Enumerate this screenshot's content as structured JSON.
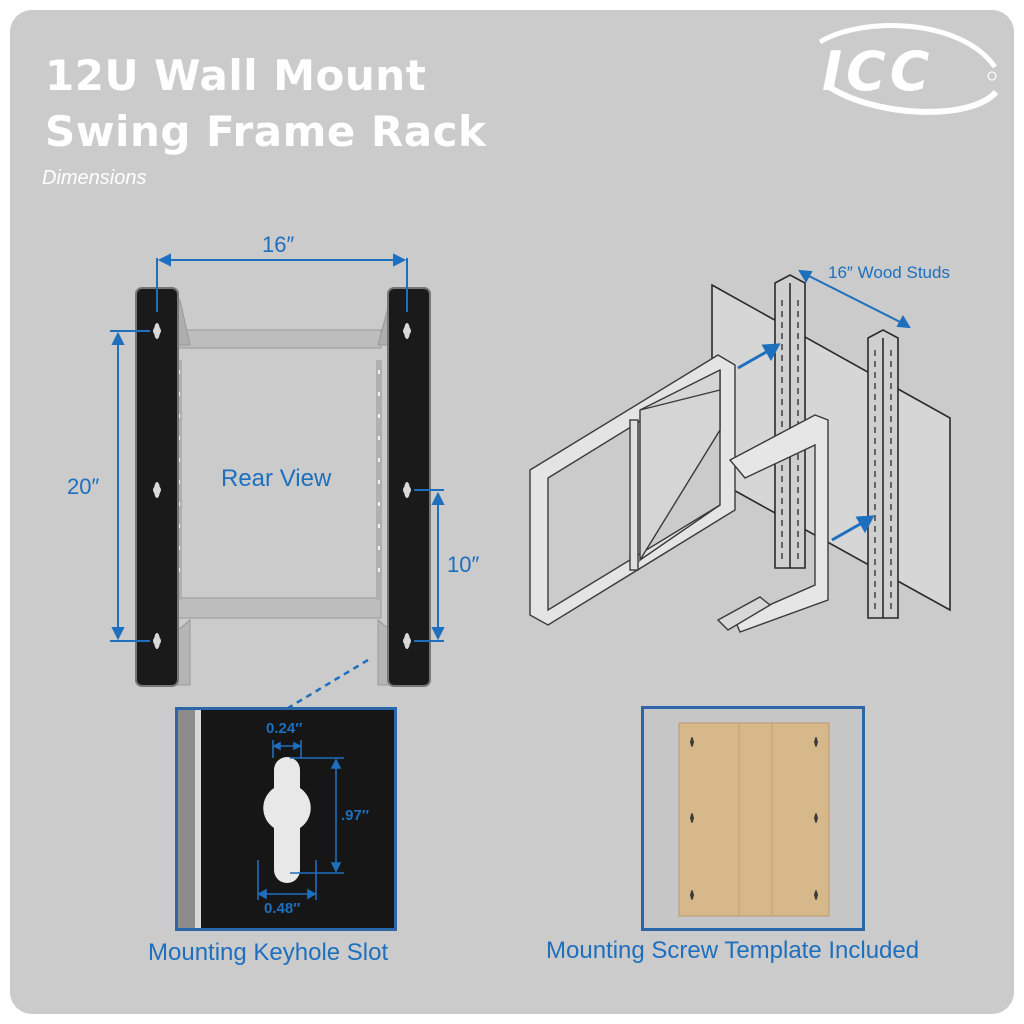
{
  "header": {
    "title_line1": "12U Wall Mount",
    "title_line2": "Swing Frame Rack",
    "subtitle": "Dimensions",
    "logo_text": "ICC"
  },
  "rear_view": {
    "label": "Rear View",
    "width_dim": "16″",
    "height_dim": "20″",
    "spacing_dim": "10″"
  },
  "install_diagram": {
    "studs_label": "16″ Wood Studs"
  },
  "keyhole_inset": {
    "caption": "Mounting Keyhole Slot",
    "top_width": "0.24″",
    "height": ".97″",
    "bottom_width": "0.48″"
  },
  "template_inset": {
    "caption": "Mounting Screw Template Included"
  },
  "colors": {
    "accent_blue": "#1e6fbe",
    "panel_gray": "#cbcbcb",
    "template_tan": "#d6b88a"
  }
}
